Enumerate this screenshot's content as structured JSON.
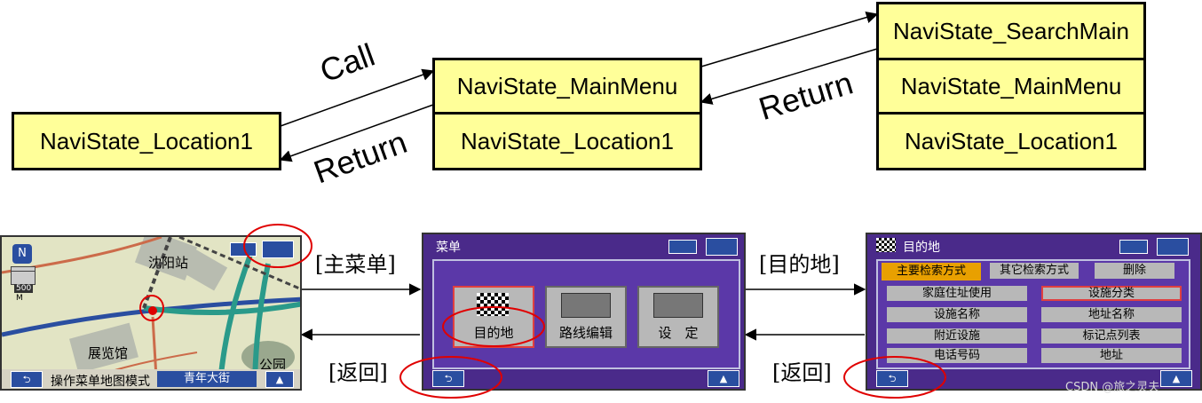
{
  "states": {
    "left": "NaviState_Location1",
    "mid_top": "NaviState_MainMenu",
    "mid_bottom": "NaviState_Location1",
    "right_top": "NaviState_SearchMain",
    "right_mid": "NaviState_MainMenu",
    "right_bottom": "NaviState_Location1"
  },
  "transitions": {
    "call": "Call",
    "return_left": "Return",
    "return_right": "Return"
  },
  "captions": {
    "main_menu": "[主菜单]",
    "back_left": "[返回]",
    "destination": "[目的地]",
    "back_right": "[返回]"
  },
  "map_screen": {
    "station": "沈阳站",
    "exhibition": "展览馆",
    "park": "公园",
    "scale": "500",
    "scale_unit": "M",
    "status": "操作菜单地图模式",
    "street": "青年大街"
  },
  "menu_screen": {
    "title": "菜单",
    "buttons": [
      "目的地",
      "路线编辑",
      "设　定"
    ]
  },
  "dest_screen": {
    "title": "目的地",
    "tabs": [
      "主要检索方式",
      "其它检索方式",
      "删除"
    ],
    "options": [
      "家庭住址使用",
      "设施分类",
      "设施名称",
      "地址名称",
      "附近设施",
      "标记点列表",
      "电话号码",
      "地址"
    ]
  },
  "watermark": "CSDN @旅之灵夫",
  "colors": {
    "box_fill": "#ffff99",
    "highlight": "#e00000",
    "panel": "#4a2a8a",
    "map_bg": "#e2e4c4"
  }
}
